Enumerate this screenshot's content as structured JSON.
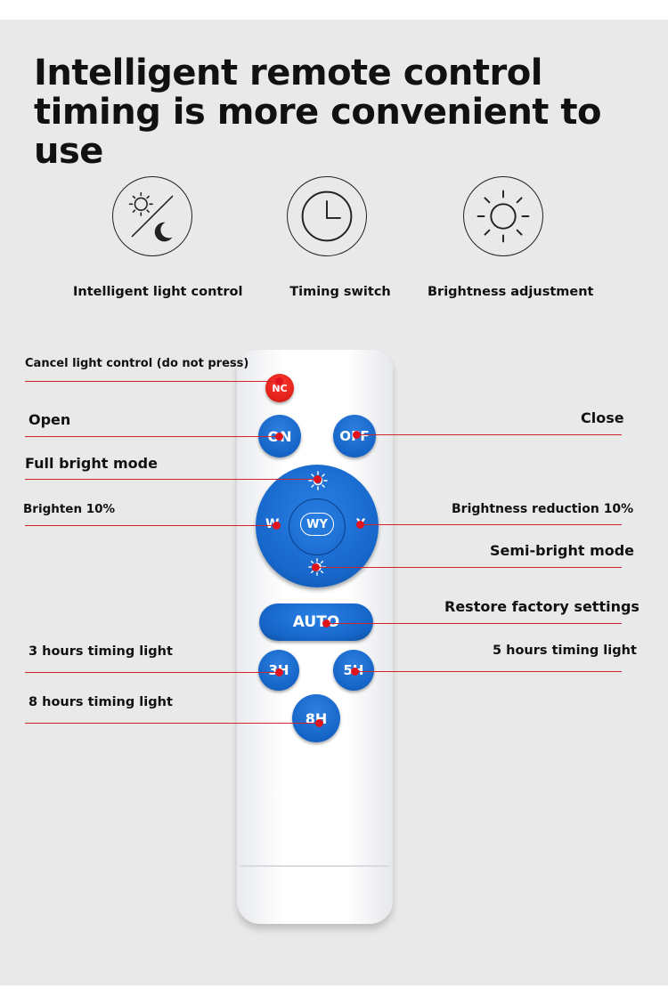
{
  "headline": "Intelligent remote control timing is more convenient to use",
  "features": [
    {
      "label": "Intelligent light control",
      "icon": "sun-moon-icon"
    },
    {
      "label": "Timing switch",
      "icon": "clock-icon"
    },
    {
      "label": "Brightness adjustment",
      "icon": "sun-icon"
    }
  ],
  "callouts": {
    "cancel": "Cancel light control (do not press)",
    "open": "Open",
    "close": "Close",
    "full_bright": "Full bright mode",
    "brighten": "Brighten 10%",
    "brightness_reduction": "Brightness reduction 10%",
    "semi_bright": "Semi-bright mode",
    "restore": "Restore factory settings",
    "three_hours": "3 hours timing light",
    "five_hours": "5 hours timing light",
    "eight_hours": "8 hours timing light"
  },
  "remote": {
    "nc": "NC",
    "on": "ON",
    "off": "OFF",
    "left": "W",
    "right": "Y",
    "center": "WY",
    "auto": "AUTO",
    "h3": "3H",
    "h5": "5H",
    "h8": "8H"
  },
  "colors": {
    "button_blue": "#1565c8",
    "button_red": "#e0201a",
    "callout_line": "#d1242a",
    "background": "#e9e9e9"
  }
}
